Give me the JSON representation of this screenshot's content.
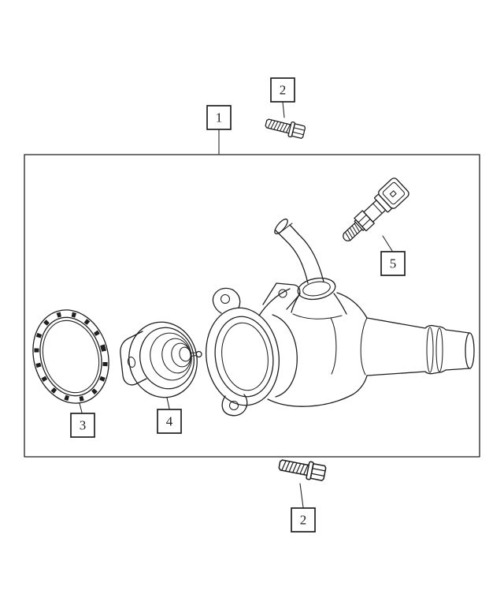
{
  "page": {
    "background": "#ffffff",
    "line_color": "#1f1f1f"
  },
  "callouts": [
    "1",
    "2",
    "5",
    "3",
    "4",
    "2"
  ]
}
